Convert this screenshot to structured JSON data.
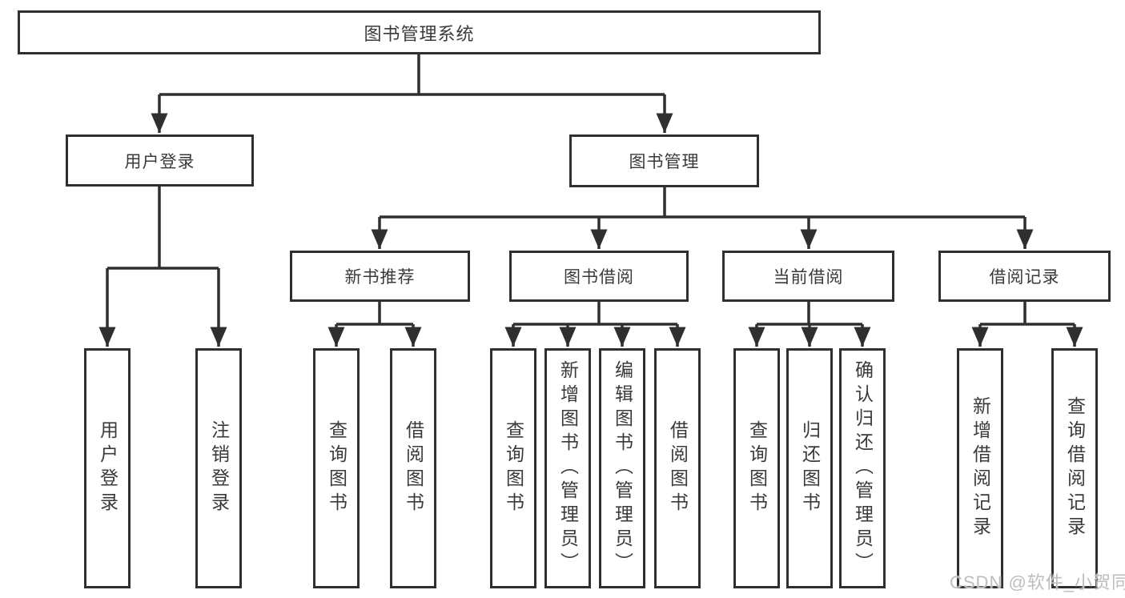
{
  "colors": {
    "line": "#2f2f2f",
    "text": "#3a3a3a",
    "watermark": "#bdbdbd",
    "background": "#ffffff"
  },
  "watermark": "CSDN @软件_小贺同学",
  "tree": {
    "label": "图书管理系统",
    "children": [
      {
        "label": "用户登录",
        "children": [
          {
            "label": "用户登录"
          },
          {
            "label": "注销登录"
          }
        ]
      },
      {
        "label": "图书管理",
        "children": [
          {
            "label": "新书推荐",
            "children": [
              {
                "label": "查询图书"
              },
              {
                "label": "借阅图书"
              }
            ]
          },
          {
            "label": "图书借阅",
            "children": [
              {
                "label": "查询图书"
              },
              {
                "label": "新增图书（管理员）"
              },
              {
                "label": "编辑图书（管理员）"
              },
              {
                "label": "借阅图书"
              }
            ]
          },
          {
            "label": "当前借阅",
            "children": [
              {
                "label": "查询图书"
              },
              {
                "label": "归还图书"
              },
              {
                "label": "确认归还（管理员）"
              }
            ]
          },
          {
            "label": "借阅记录",
            "children": [
              {
                "label": "新增借阅记录"
              },
              {
                "label": "查询借阅记录"
              }
            ]
          }
        ]
      }
    ]
  }
}
